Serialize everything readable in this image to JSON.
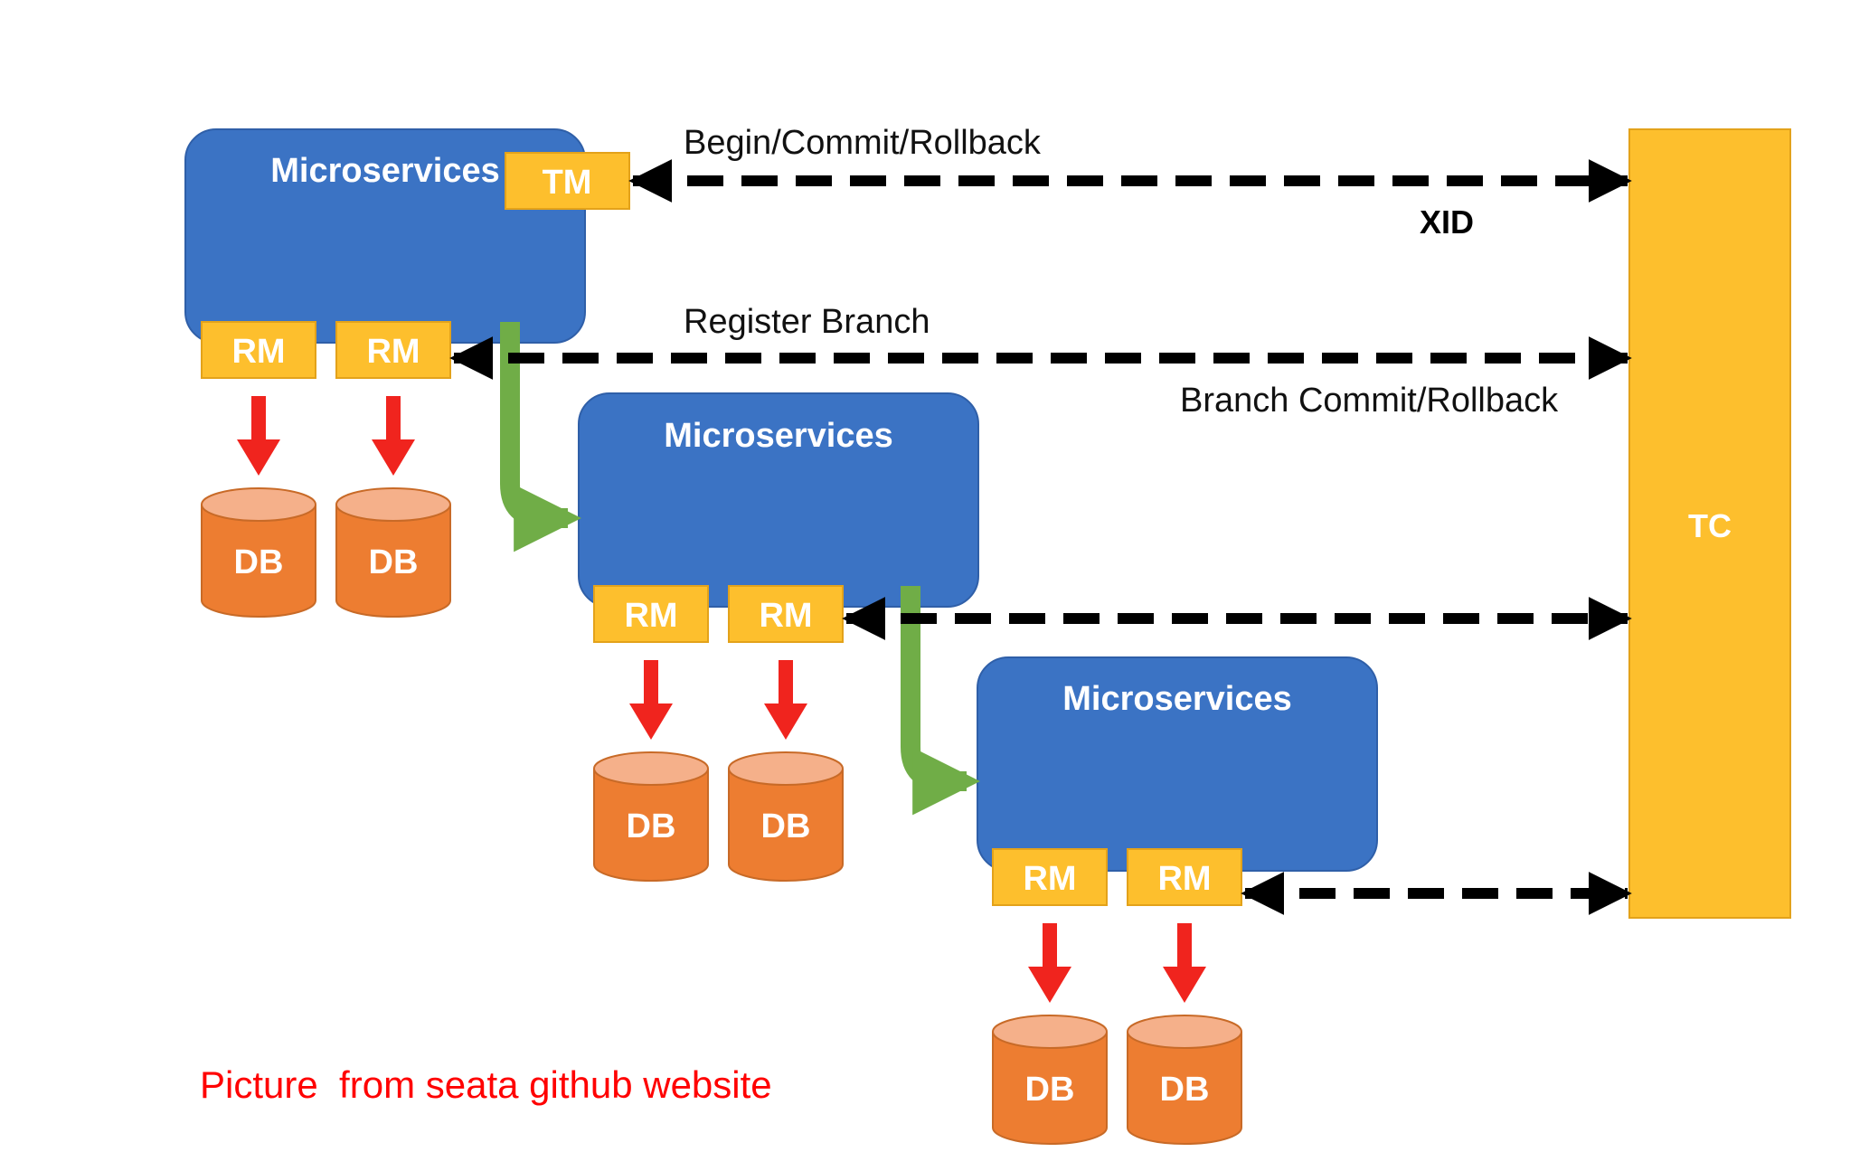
{
  "colors": {
    "service_fill": "#3B73C4",
    "service_stroke": "#2F5FA8",
    "component_fill": "#FDBF2D",
    "component_stroke": "#E3A21A",
    "db_fill": "#ED7D31",
    "db_top": "#F5B08A",
    "db_stroke": "#C86A27",
    "red_arrow": "#F0241E",
    "green_arrow": "#70AD47",
    "dashed": "#000000",
    "caption": "#FF0000"
  },
  "services": [
    {
      "label": "Microservices",
      "rm_labels": [
        "RM",
        "RM"
      ],
      "db_labels": [
        "DB",
        "DB"
      ]
    },
    {
      "label": "Microservices",
      "rm_labels": [
        "RM",
        "RM"
      ],
      "db_labels": [
        "DB",
        "DB"
      ]
    },
    {
      "label": "Microservices",
      "rm_labels": [
        "RM",
        "RM"
      ],
      "db_labels": [
        "DB",
        "DB"
      ]
    }
  ],
  "tm_label": "TM",
  "tc_label": "TC",
  "labels": {
    "begin_commit_rollback": "Begin/Commit/Rollback",
    "xid": "XID",
    "register_branch": "Register Branch",
    "branch_commit_rollback": "Branch Commit/Rollback"
  },
  "caption": "Picture  from seata github website"
}
